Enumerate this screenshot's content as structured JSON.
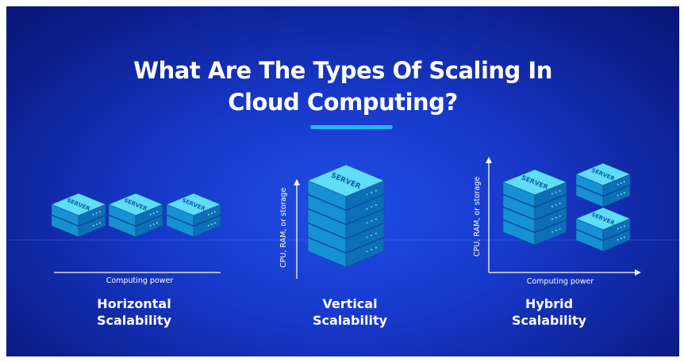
{
  "title": {
    "line1": "What Are The Types Of Scaling In",
    "line2": "Cloud Computing?"
  },
  "server_label": "SERVER",
  "axes": {
    "horizontal_x": "Computing power",
    "vertical_y": "CPU, RAM, or storage",
    "hybrid_y": "CPU, RAM, or storage",
    "hybrid_x": "Computing power"
  },
  "sections": {
    "horizontal": {
      "line1": "Horizontal",
      "line2": "Scalability"
    },
    "vertical": {
      "line1": "Vertical",
      "line2": "Scalability"
    },
    "hybrid": {
      "line1": "Hybrid",
      "line2": "Scalability"
    }
  },
  "colors": {
    "background": "#1738c9",
    "accent": "#22b8f5",
    "server_top": "#5fdcf7",
    "server_left": "#1591d4",
    "server_right": "#0d6fb8"
  }
}
